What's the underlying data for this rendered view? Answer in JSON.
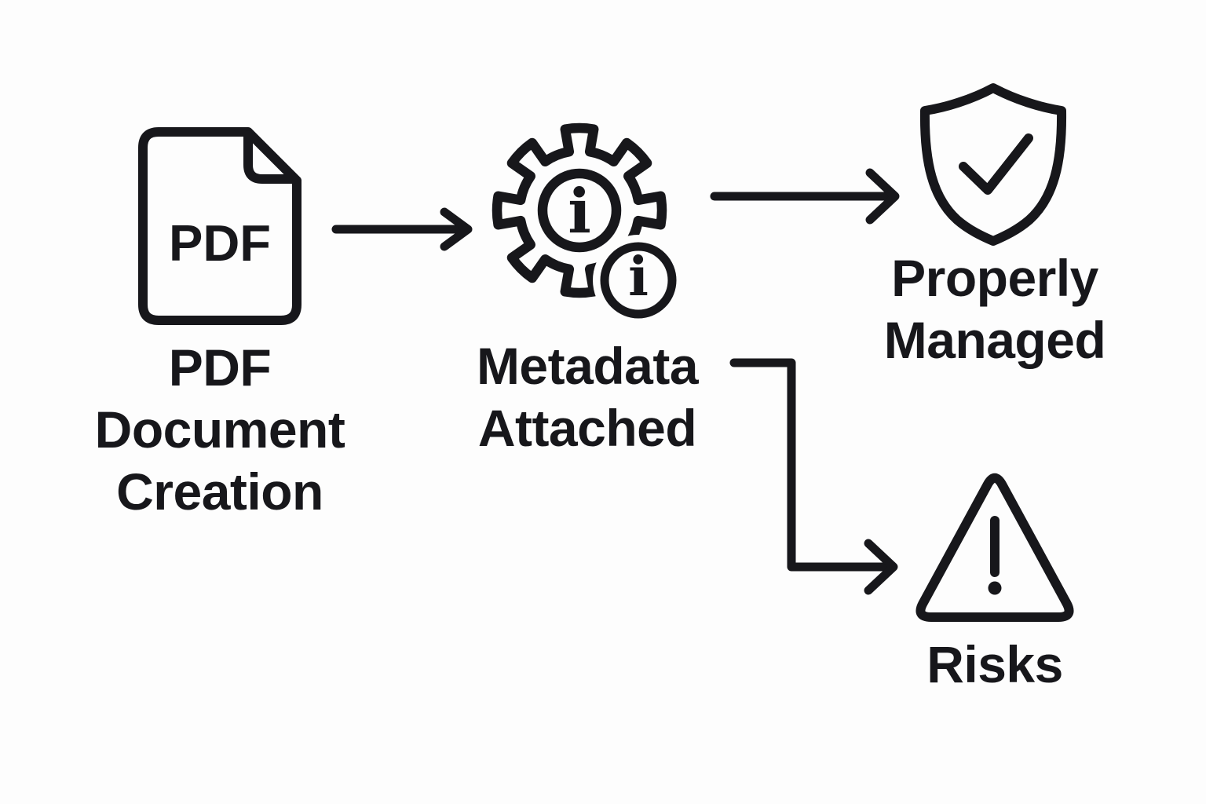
{
  "diagram": {
    "background_color": "#fdfdfd",
    "stroke_color": "#17171b",
    "nodes": {
      "pdf": {
        "icon": "pdf-document-icon",
        "file_text": "PDF",
        "label_lines": [
          "PDF",
          "Document",
          "Creation"
        ]
      },
      "metadata": {
        "icon": "gear-info-icon",
        "info_glyph_large": "i",
        "info_glyph_small": "i",
        "label_lines": [
          "Metadata",
          "Attached"
        ]
      },
      "managed": {
        "icon": "shield-check-icon",
        "label_lines": [
          "Properly",
          "Managed"
        ]
      },
      "risks": {
        "icon": "warning-triangle-icon",
        "label_lines": [
          "Risks"
        ]
      }
    },
    "connectors": {
      "pdf_to_metadata": "straight-arrow-right",
      "metadata_to_managed": "straight-arrow-right",
      "metadata_to_risks": "elbow-arrow-down-right"
    }
  }
}
